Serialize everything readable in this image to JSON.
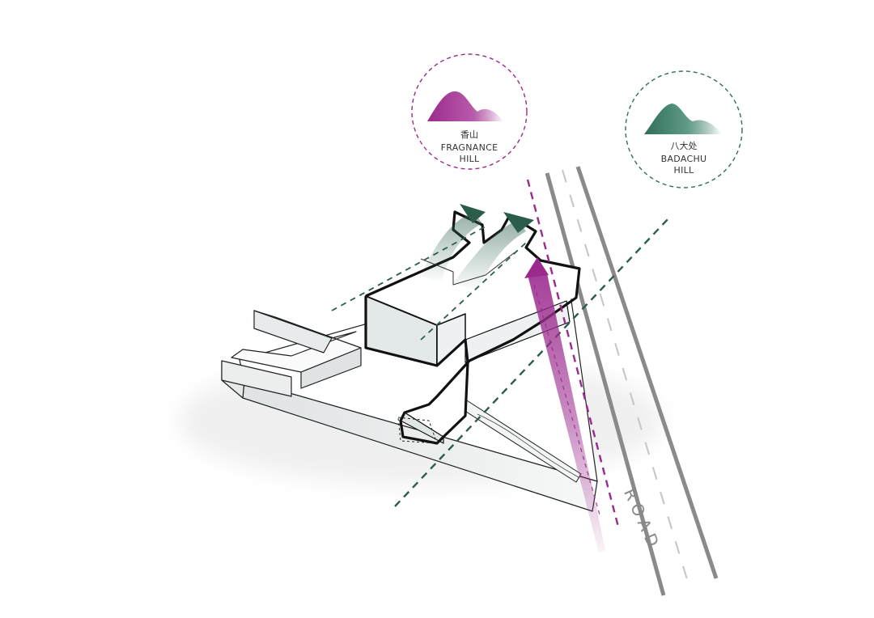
{
  "hills": [
    {
      "cn": "香山",
      "en1": "FRAGNANCE",
      "en2": "HILL",
      "color": "#9b2a8e"
    },
    {
      "cn": "八大处",
      "en1": "BADACHU",
      "en2": "HILL",
      "color": "#2f6f5a"
    }
  ],
  "road_label": "ROAD",
  "colors": {
    "purple": "#9b2a8e",
    "green": "#2a5e4b",
    "road": "#8a8a8a",
    "outline": "#111111"
  }
}
